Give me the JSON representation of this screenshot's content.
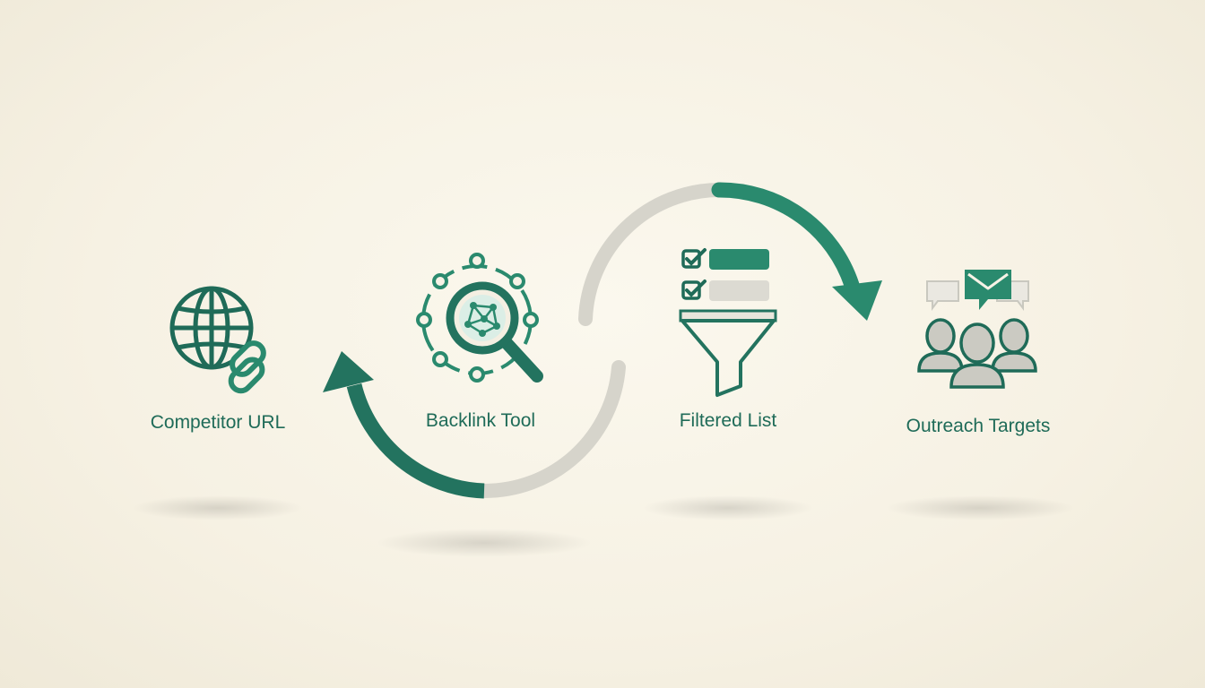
{
  "colors": {
    "accent": "#2a8a6e",
    "accent_dark": "#1f6b58",
    "arc_gray": "#d6d4cb",
    "bar_gray": "#dcdad2",
    "people_gray": "#c9c8bf",
    "bubble_gray": "#e7e5de"
  },
  "steps": [
    {
      "label": "Competitor URL",
      "icon": "globe-link-icon"
    },
    {
      "label": "Backlink Tool",
      "icon": "network-magnifier-icon"
    },
    {
      "label": "Filtered List",
      "icon": "checklist-funnel-icon"
    },
    {
      "label": "Outreach Targets",
      "icon": "people-email-icon"
    }
  ]
}
